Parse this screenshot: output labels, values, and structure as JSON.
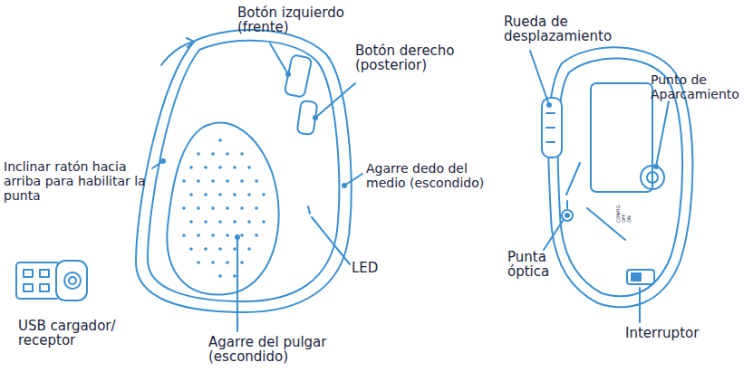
{
  "diagram": {
    "labels": [
      "Botón izquierdo (frente)",
      "Botón derecho (posterior)",
      "Inclinar ratón hacia arriba para habilitar la punta",
      "Agarre dedo del medio (escondido)",
      "LED",
      "USB cargador/ receptor",
      "Agarre del pulgar (escondido)",
      "Rueda de desplazamiento",
      "Punto de Aparcamiento",
      "Punta óptica",
      "Interruptor",
      "CONFIG",
      "OFF",
      "ON"
    ]
  }
}
